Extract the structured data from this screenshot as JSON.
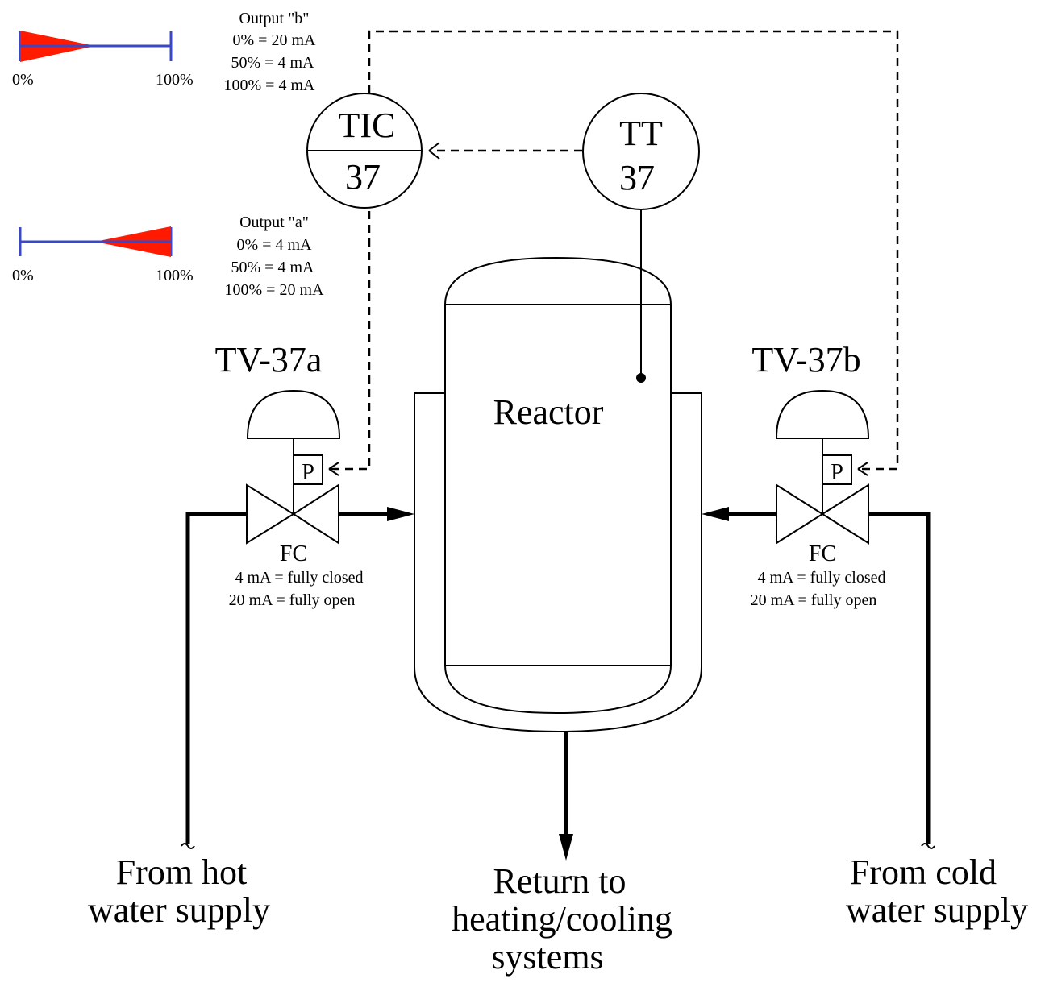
{
  "output_b": {
    "title": "Output \"b\"",
    "line1": "0% = 20 mA",
    "line2": "50% = 4 mA",
    "line3": "100% = 4 mA",
    "scale_min": "0%",
    "scale_max": "100%"
  },
  "output_a": {
    "title": "Output \"a\"",
    "line1": "0% = 4 mA",
    "line2": "50% = 4 mA",
    "line3": "100% = 20 mA",
    "scale_min": "0%",
    "scale_max": "100%"
  },
  "tic": {
    "tag": "TIC",
    "loop": "37"
  },
  "tt": {
    "tag": "TT",
    "loop": "37"
  },
  "reactor_label": "Reactor",
  "valve_a": {
    "name": "TV-37a",
    "positioner": "P",
    "fail_mode": "FC",
    "note1": "4 mA = fully closed",
    "note2": "20 mA = fully open"
  },
  "valve_b": {
    "name": "TV-37b",
    "positioner": "P",
    "fail_mode": "FC",
    "note1": "4 mA = fully closed",
    "note2": "20 mA = fully open"
  },
  "hot_supply": {
    "line1": "From hot",
    "line2": "water supply"
  },
  "cold_supply": {
    "line1": "From cold",
    "line2": "water supply"
  },
  "return": {
    "line1": "Return to",
    "line2": "heating/cooling",
    "line3": "systems"
  },
  "colors": {
    "wedge": "#ff1a00",
    "scale_line": "#3a48c8"
  }
}
